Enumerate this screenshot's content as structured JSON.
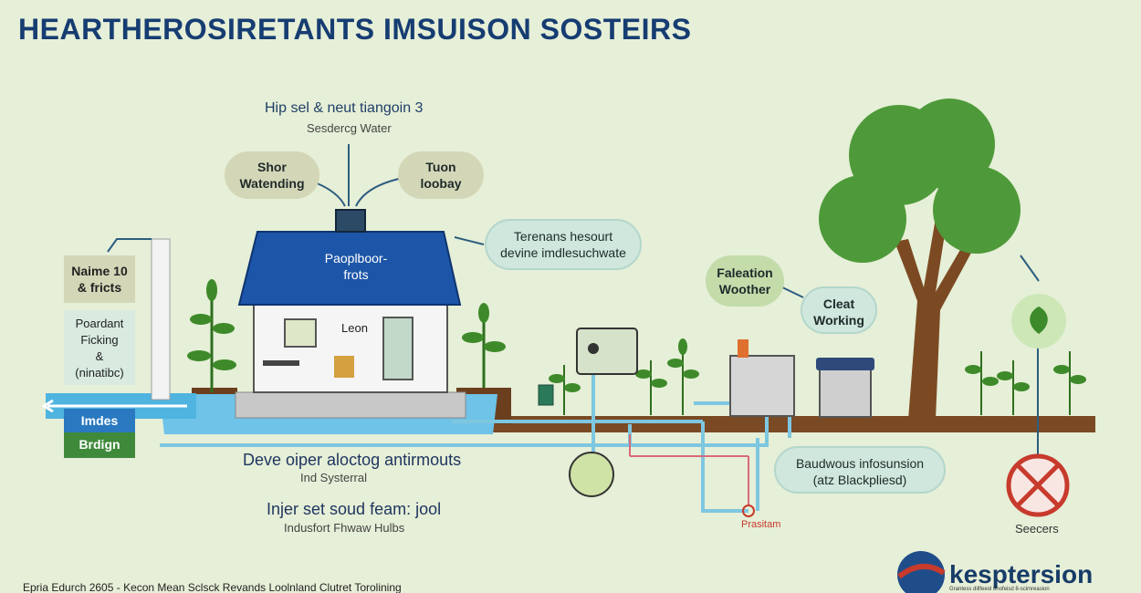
{
  "title": "HEARTHEROSIRETANTS IMSUISON SOSTEIRS",
  "header_note": {
    "main": "Hip sel & neut tiangoin 3",
    "sub": "Sesdercg Water"
  },
  "bubbles": {
    "shor": [
      "Shor",
      "Watending"
    ],
    "tuon": [
      "Tuon",
      "loobay"
    ],
    "terenans": [
      "Terenans hesourt",
      "devine imdlesuchwate"
    ],
    "faleation": [
      "Faleation",
      "Woother"
    ],
    "cleat": [
      "Cleat",
      "Working"
    ],
    "baudwous": [
      "Baudwous infosunsion",
      "(atz Blackpliesd)"
    ]
  },
  "house": {
    "roof_lines": [
      "Paoplboor-",
      "frots"
    ],
    "leon": "Leon"
  },
  "left_panel": {
    "top": [
      "Naime 10",
      "& fricts"
    ],
    "middle": [
      "Poardant",
      "Ficking",
      "&",
      "(ninatibc)"
    ],
    "bottom": [
      "Imdes",
      "Brdign"
    ]
  },
  "center_text": {
    "line1": "Deve oiper aloctog antirmouts",
    "line2": "Ind Systerral",
    "line3": "Injer set soud feam: jool",
    "line4": "Indusfort Fhwaw Hulbs"
  },
  "prasitam": "Prasitam",
  "seecers": "Seecers",
  "footer": "Epria Edurch 2605 - Kecon Mean Sclsck Revands Loolnland Clutret Torolining",
  "brand": {
    "name": "kesptersion",
    "tagline": "Grantess dillfeeol bnofeisd 8-scimreasion"
  },
  "colors": {
    "background": "#e6efd7",
    "title": "#163d72",
    "roof": "#1d56a8",
    "water": "#4fb4e0",
    "soil": "#7a4a24",
    "prohibited": "#c73a2c"
  }
}
